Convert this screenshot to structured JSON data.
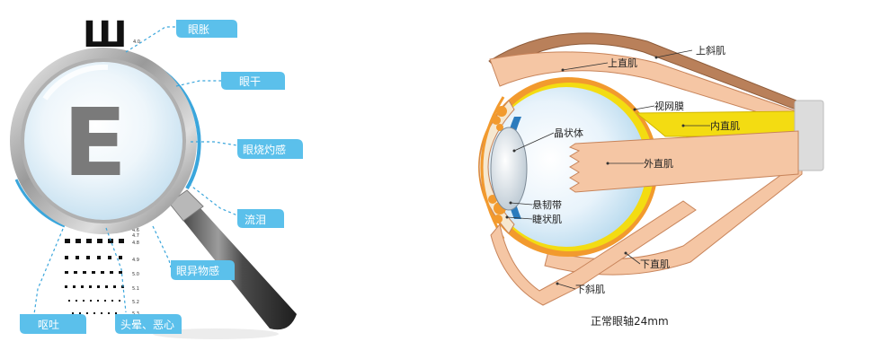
{
  "colors": {
    "tag_blue": "#5bc0eb",
    "dash_blue": "#3aa6dc",
    "muscle_fill": "#f5c6a4",
    "muscle_stroke": "#c8845a",
    "superior_oblique": "#b9805a",
    "retina_yellow": "#f3dc12",
    "choroid_orange": "#f29a2e",
    "nerve_gray": "#dcdcdc"
  },
  "left_panel": {
    "chart_letter_top": "Ш",
    "chart_letter_lens": "E",
    "acuity_marks": [
      "4.0",
      "4.6",
      "4.7",
      "4.8",
      "4.9",
      "5.0",
      "5.1",
      "5.2",
      "5.3"
    ],
    "symptoms": {
      "eye_swelling": "眼胀",
      "dry_eye": "眼干",
      "burning": "眼烧灼感",
      "tearing": "流泪",
      "foreign_body": "眼异物感",
      "vomiting": "呕吐",
      "dizziness": "头晕、恶心"
    }
  },
  "right_panel": {
    "labels": {
      "superior_oblique": "上斜肌",
      "superior_rectus": "上直肌",
      "retina": "视网膜",
      "medial_rectus": "内直肌",
      "lens": "晶状体",
      "lateral_rectus": "外直肌",
      "zonule": "悬韧带",
      "ciliary_muscle": "睫状肌",
      "inferior_rectus": "下直肌",
      "inferior_oblique": "下斜肌"
    },
    "caption": "正常眼轴24mm"
  }
}
